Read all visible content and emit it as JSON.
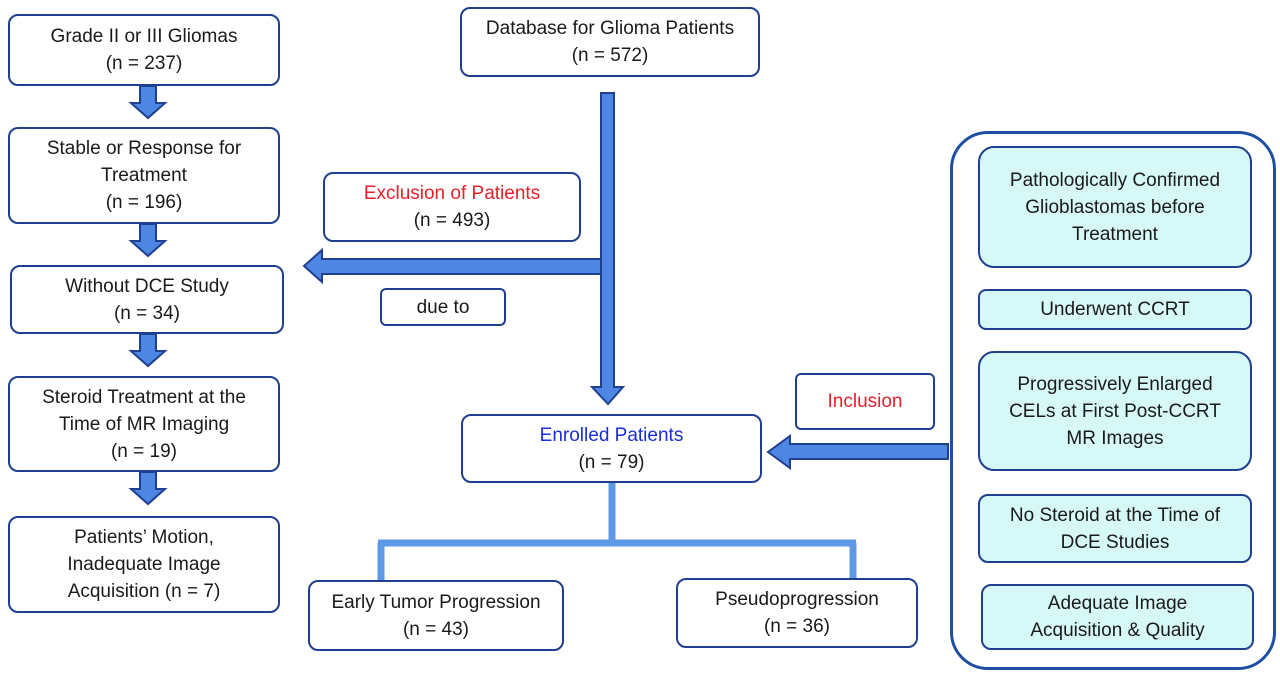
{
  "colors": {
    "box_border": "#1f3f8f",
    "arrow_fill": "#4e86e4",
    "arrow_stroke": "#1f3f8f",
    "connector": "#5c9ae8",
    "panel_fill": "#d6f8f6",
    "exclusion_text": "#e8202a",
    "enrolled_text": "#1a2ed6"
  },
  "icons": {
    "arrow": "block-arrow-icon"
  },
  "left_column": [
    {
      "id": "grade",
      "lines": [
        "Grade II or III Gliomas",
        "(n = 237)"
      ]
    },
    {
      "id": "stable",
      "lines": [
        "Stable or Response for",
        "Treatment",
        "(n = 196)"
      ]
    },
    {
      "id": "dce",
      "lines": [
        "Without DCE Study",
        "(n = 34)"
      ]
    },
    {
      "id": "steroid",
      "lines": [
        "Steroid Treatment at the",
        "Time of MR Imaging",
        "(n = 19)"
      ]
    },
    {
      "id": "motion",
      "lines": [
        "Patients’ Motion,",
        "Inadequate Image",
        "Acquisition (n = 7)"
      ]
    }
  ],
  "database": {
    "lines": [
      "Database for Glioma Patients",
      "(n = 572)"
    ]
  },
  "exclusion": {
    "title": "Exclusion of Patients",
    "count": "(n = 493)"
  },
  "due_to": "due to",
  "enrolled": {
    "title": "Enrolled Patients",
    "count": "(n = 79)"
  },
  "inclusion": "Inclusion",
  "outcomes": [
    {
      "id": "early",
      "lines": [
        "Early Tumor Progression",
        "(n = 43)"
      ]
    },
    {
      "id": "pseudo",
      "lines": [
        "Pseudoprogression",
        "(n = 36)"
      ]
    }
  ],
  "criteria": [
    {
      "id": "confirmed",
      "lines": [
        "Pathologically Confirmed",
        "Glioblastomas before",
        "Treatment"
      ]
    },
    {
      "id": "ccrt",
      "lines": [
        "Underwent CCRT"
      ]
    },
    {
      "id": "enlarged",
      "lines": [
        "Progressively Enlarged",
        "CELs at First Post-CCRT",
        "MR Images"
      ]
    },
    {
      "id": "nosteroid",
      "lines": [
        "No Steroid at the Time of",
        "DCE Studies"
      ]
    },
    {
      "id": "adequate",
      "lines": [
        "Adequate Image",
        "Acquisition & Quality"
      ]
    }
  ]
}
